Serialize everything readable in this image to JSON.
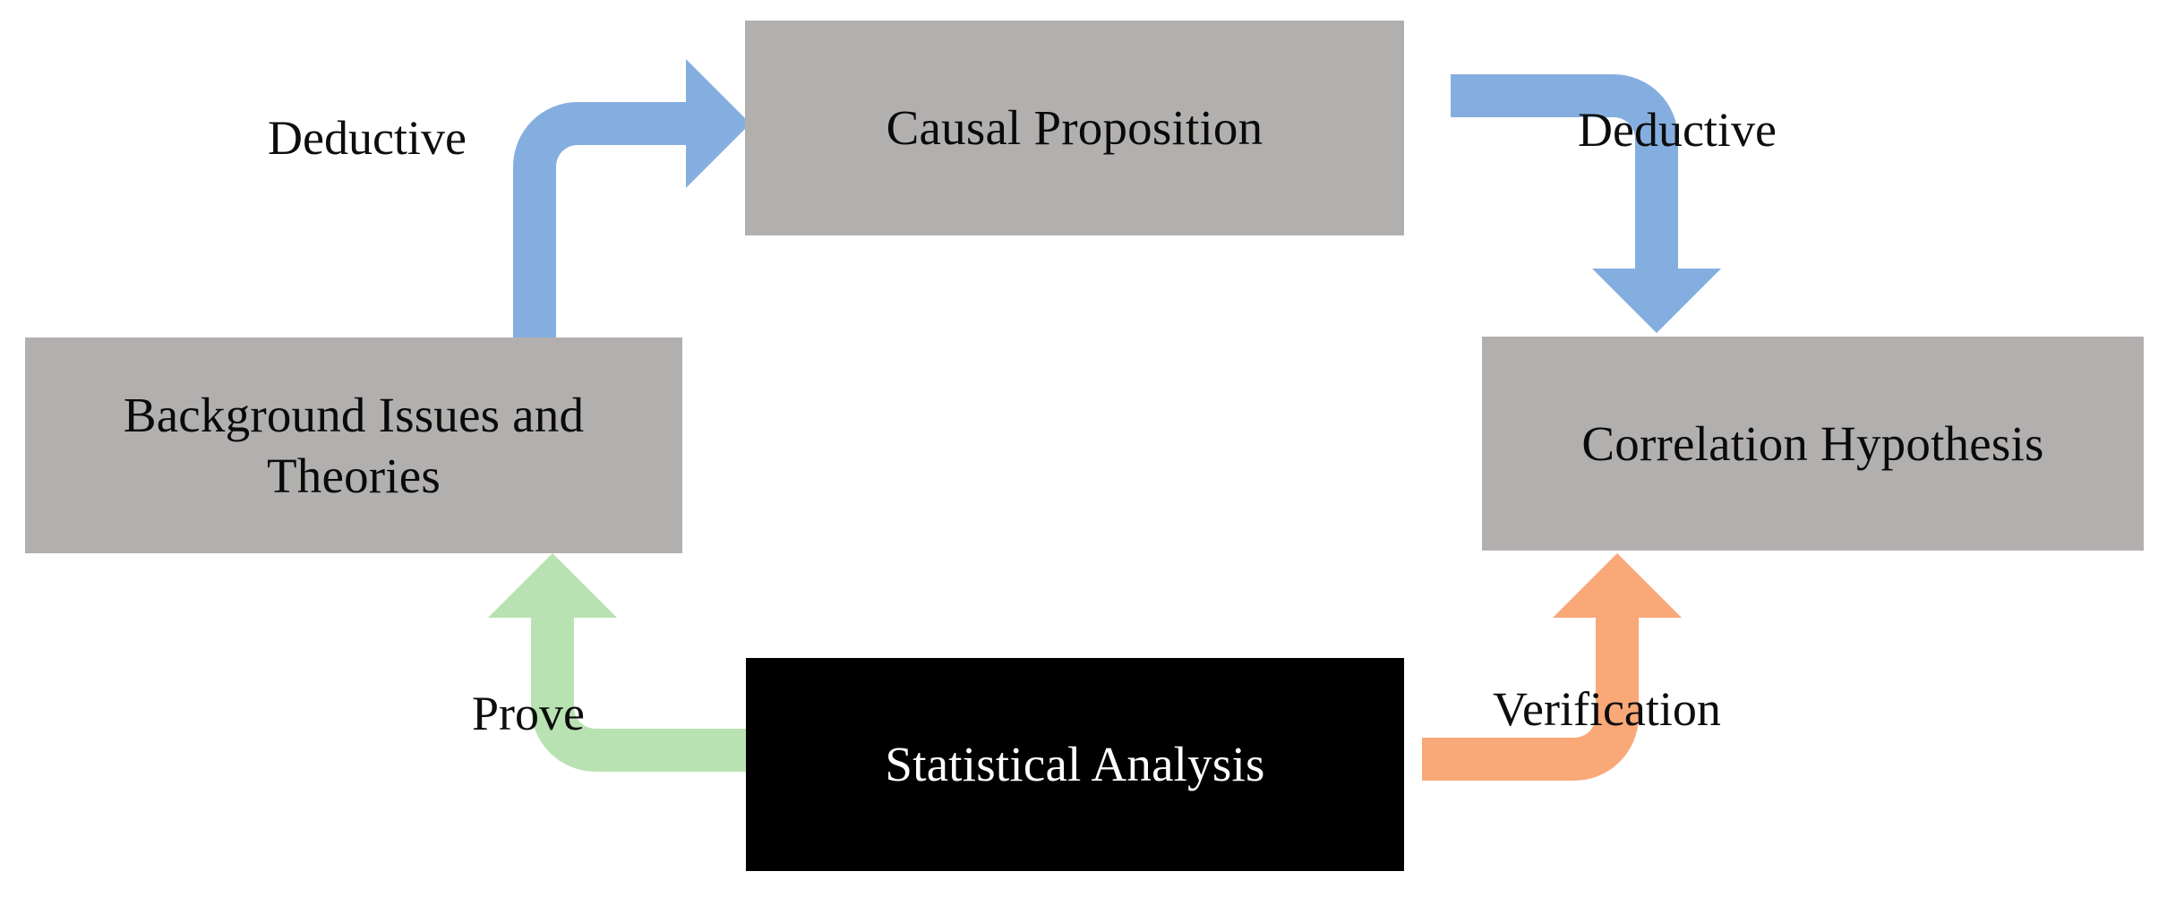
{
  "diagram": {
    "title": "Causal research cycle diagram",
    "background_color": "#ffffff",
    "nodes": [
      {
        "id": "causal-proposition",
        "label": "Causal Proposition",
        "fill": "#b2afaf",
        "text_color": "#0a0a0a"
      },
      {
        "id": "background-issues",
        "label": "Background Issues and Theories",
        "fill": "#b2afaf",
        "text_color": "#0a0a0a"
      },
      {
        "id": "correlation-hypothesis",
        "label": "Correlation Hypothesis",
        "fill": "#b2afaf",
        "text_color": "#0a0a0a"
      },
      {
        "id": "statistical-analysis",
        "label": "Statistical Analysis",
        "fill": "#000000",
        "text_color": "#ffffff"
      }
    ],
    "edges": [
      {
        "id": "background-to-causal",
        "label": "Deductive",
        "color": "#85aee0",
        "from": "background-issues",
        "to": "causal-proposition"
      },
      {
        "id": "causal-to-correlation",
        "label": "Deductive",
        "color": "#85aee0",
        "from": "causal-proposition",
        "to": "correlation-hypothesis"
      },
      {
        "id": "statistical-to-background",
        "label": "Prove",
        "color": "#b9e2b2",
        "from": "statistical-analysis",
        "to": "background-issues"
      },
      {
        "id": "statistical-to-correlation",
        "label": "Verification",
        "color": "#f9a878",
        "from": "statistical-analysis",
        "to": "correlation-hypothesis"
      }
    ]
  }
}
